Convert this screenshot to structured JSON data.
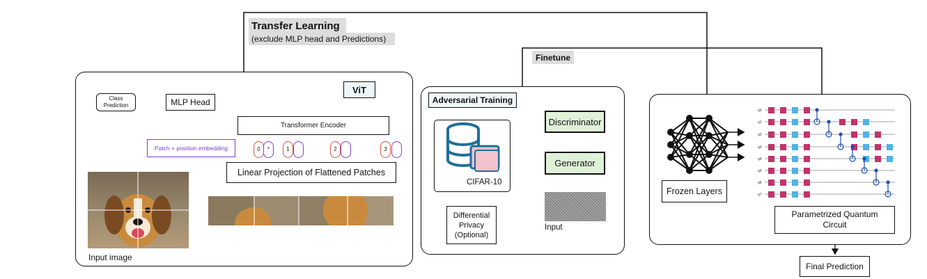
{
  "transfer": {
    "title": "Transfer Learning",
    "subtitle": "(exclude MLP head and Predictions)"
  },
  "finetune": {
    "label": "Finetune"
  },
  "vit": {
    "badge": "ViT",
    "class_prediction": "Class\nPrediction",
    "mlp_head": "MLP Head",
    "transformer_encoder": "Transformer Encoder",
    "patch_embedding": "Patch + position embedding",
    "linear_projection": "Linear Projection of Flattened Patches",
    "input_image": "Input image",
    "tokens": [
      "0",
      "*",
      "1",
      "2",
      "3"
    ]
  },
  "adversarial": {
    "title": "Adversarial Training",
    "dataset": "CIFAR-10",
    "dp": "Differential\nPrivacy\n(Optional)",
    "discriminator": "Discriminator",
    "generator": "Generator",
    "input": "Input"
  },
  "quantum": {
    "frozen_layers": "Frozen  Layers",
    "pqc": "Parametrized Quantum\nCircuit",
    "final_prediction": "Final Prediction",
    "qubits": [
      "q0",
      "q1",
      "q2",
      "q3",
      "q4",
      "q5",
      "q6",
      "q7"
    ]
  },
  "colors": {
    "green_box": "#dff2d8",
    "label_gray": "#dddddd",
    "red": "#e0544a",
    "purple": "#7a3fd6",
    "gate_pink": "#c0336b",
    "gate_blue": "#4fb3e6",
    "db_blue": "#1e6f9a",
    "db_pink": "#f4c2cc"
  }
}
